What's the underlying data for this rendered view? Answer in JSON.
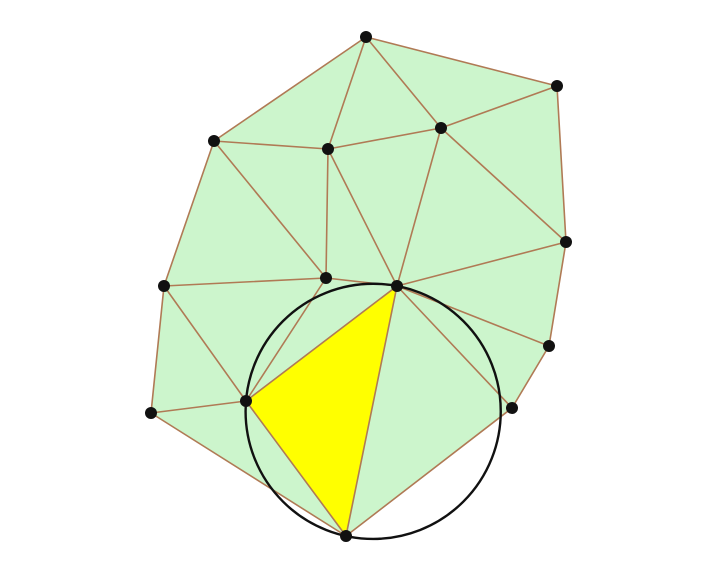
{
  "diagram": {
    "type": "delaunay-triangulation",
    "colors": {
      "background": "#ffffff",
      "triangle_fill": "#ccf5cc",
      "edge": "#b07a55",
      "highlight_fill": "#ffff00",
      "circle": "#111111",
      "vertex": "#111111"
    },
    "vertices": [
      {
        "id": "v1",
        "name": "top"
      },
      {
        "id": "v2",
        "name": "upper-right"
      },
      {
        "id": "v3",
        "name": "upper-left"
      },
      {
        "id": "v4",
        "name": "upper-mid"
      },
      {
        "id": "v5",
        "name": "upper-mid-right"
      },
      {
        "id": "v6",
        "name": "right"
      },
      {
        "id": "v7",
        "name": "left"
      },
      {
        "id": "v8",
        "name": "center"
      },
      {
        "id": "v9",
        "name": "center-right"
      },
      {
        "id": "v10",
        "name": "lower-right"
      },
      {
        "id": "v11",
        "name": "lower-left-outer"
      },
      {
        "id": "v12",
        "name": "lower-left-inner"
      },
      {
        "id": "v13",
        "name": "right-bottom"
      },
      {
        "id": "v14",
        "name": "bottom"
      }
    ],
    "triangles": [
      [
        "v1",
        "v3",
        "v4"
      ],
      [
        "v1",
        "v4",
        "v5"
      ],
      [
        "v1",
        "v5",
        "v2"
      ],
      [
        "v2",
        "v5",
        "v6"
      ],
      [
        "v3",
        "v4",
        "v8"
      ],
      [
        "v3",
        "v8",
        "v7"
      ],
      [
        "v4",
        "v5",
        "v9"
      ],
      [
        "v4",
        "v9",
        "v8"
      ],
      [
        "v5",
        "v9",
        "v6"
      ],
      [
        "v6",
        "v9",
        "v10"
      ],
      [
        "v7",
        "v8",
        "v12"
      ],
      [
        "v7",
        "v12",
        "v11"
      ],
      [
        "v8",
        "v9",
        "v12"
      ],
      [
        "v9",
        "v10",
        "v13"
      ],
      [
        "v9",
        "v13",
        "v14"
      ],
      [
        "v9",
        "v12",
        "v14"
      ],
      [
        "v11",
        "v12",
        "v14"
      ]
    ],
    "highlighted_triangle": [
      "v9",
      "v12",
      "v14"
    ],
    "circumcircle_of": "highlighted_triangle"
  }
}
